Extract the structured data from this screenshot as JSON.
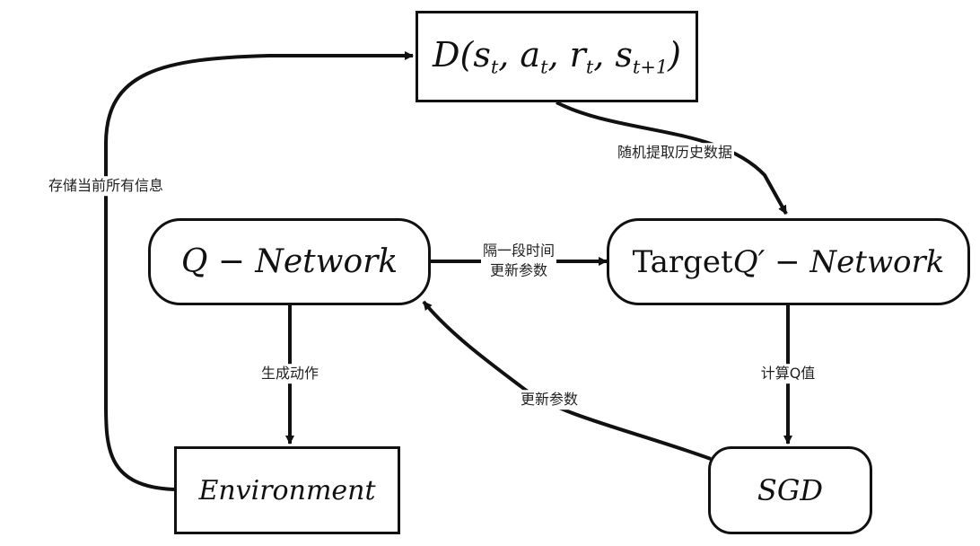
{
  "nodes": {
    "replay": {
      "symbol": "D",
      "s": "s",
      "a": "a",
      "r": "r",
      "t": "t",
      "t1": "t+1"
    },
    "q_network": {
      "label": "Q − Network"
    },
    "target": {
      "prefix": "Target",
      "q": "Q′",
      "suffix": " − Network"
    },
    "environment": {
      "label": "Environment"
    },
    "sgd": {
      "label": "SGD"
    }
  },
  "edges": {
    "store": "存储当前所有信息",
    "sample": "随机提取历史数据",
    "sync_line1": "隔一段时间",
    "sync_line2": "更新参数",
    "act": "生成动作",
    "compute_q": "计算Q值",
    "update": "更新参数"
  }
}
